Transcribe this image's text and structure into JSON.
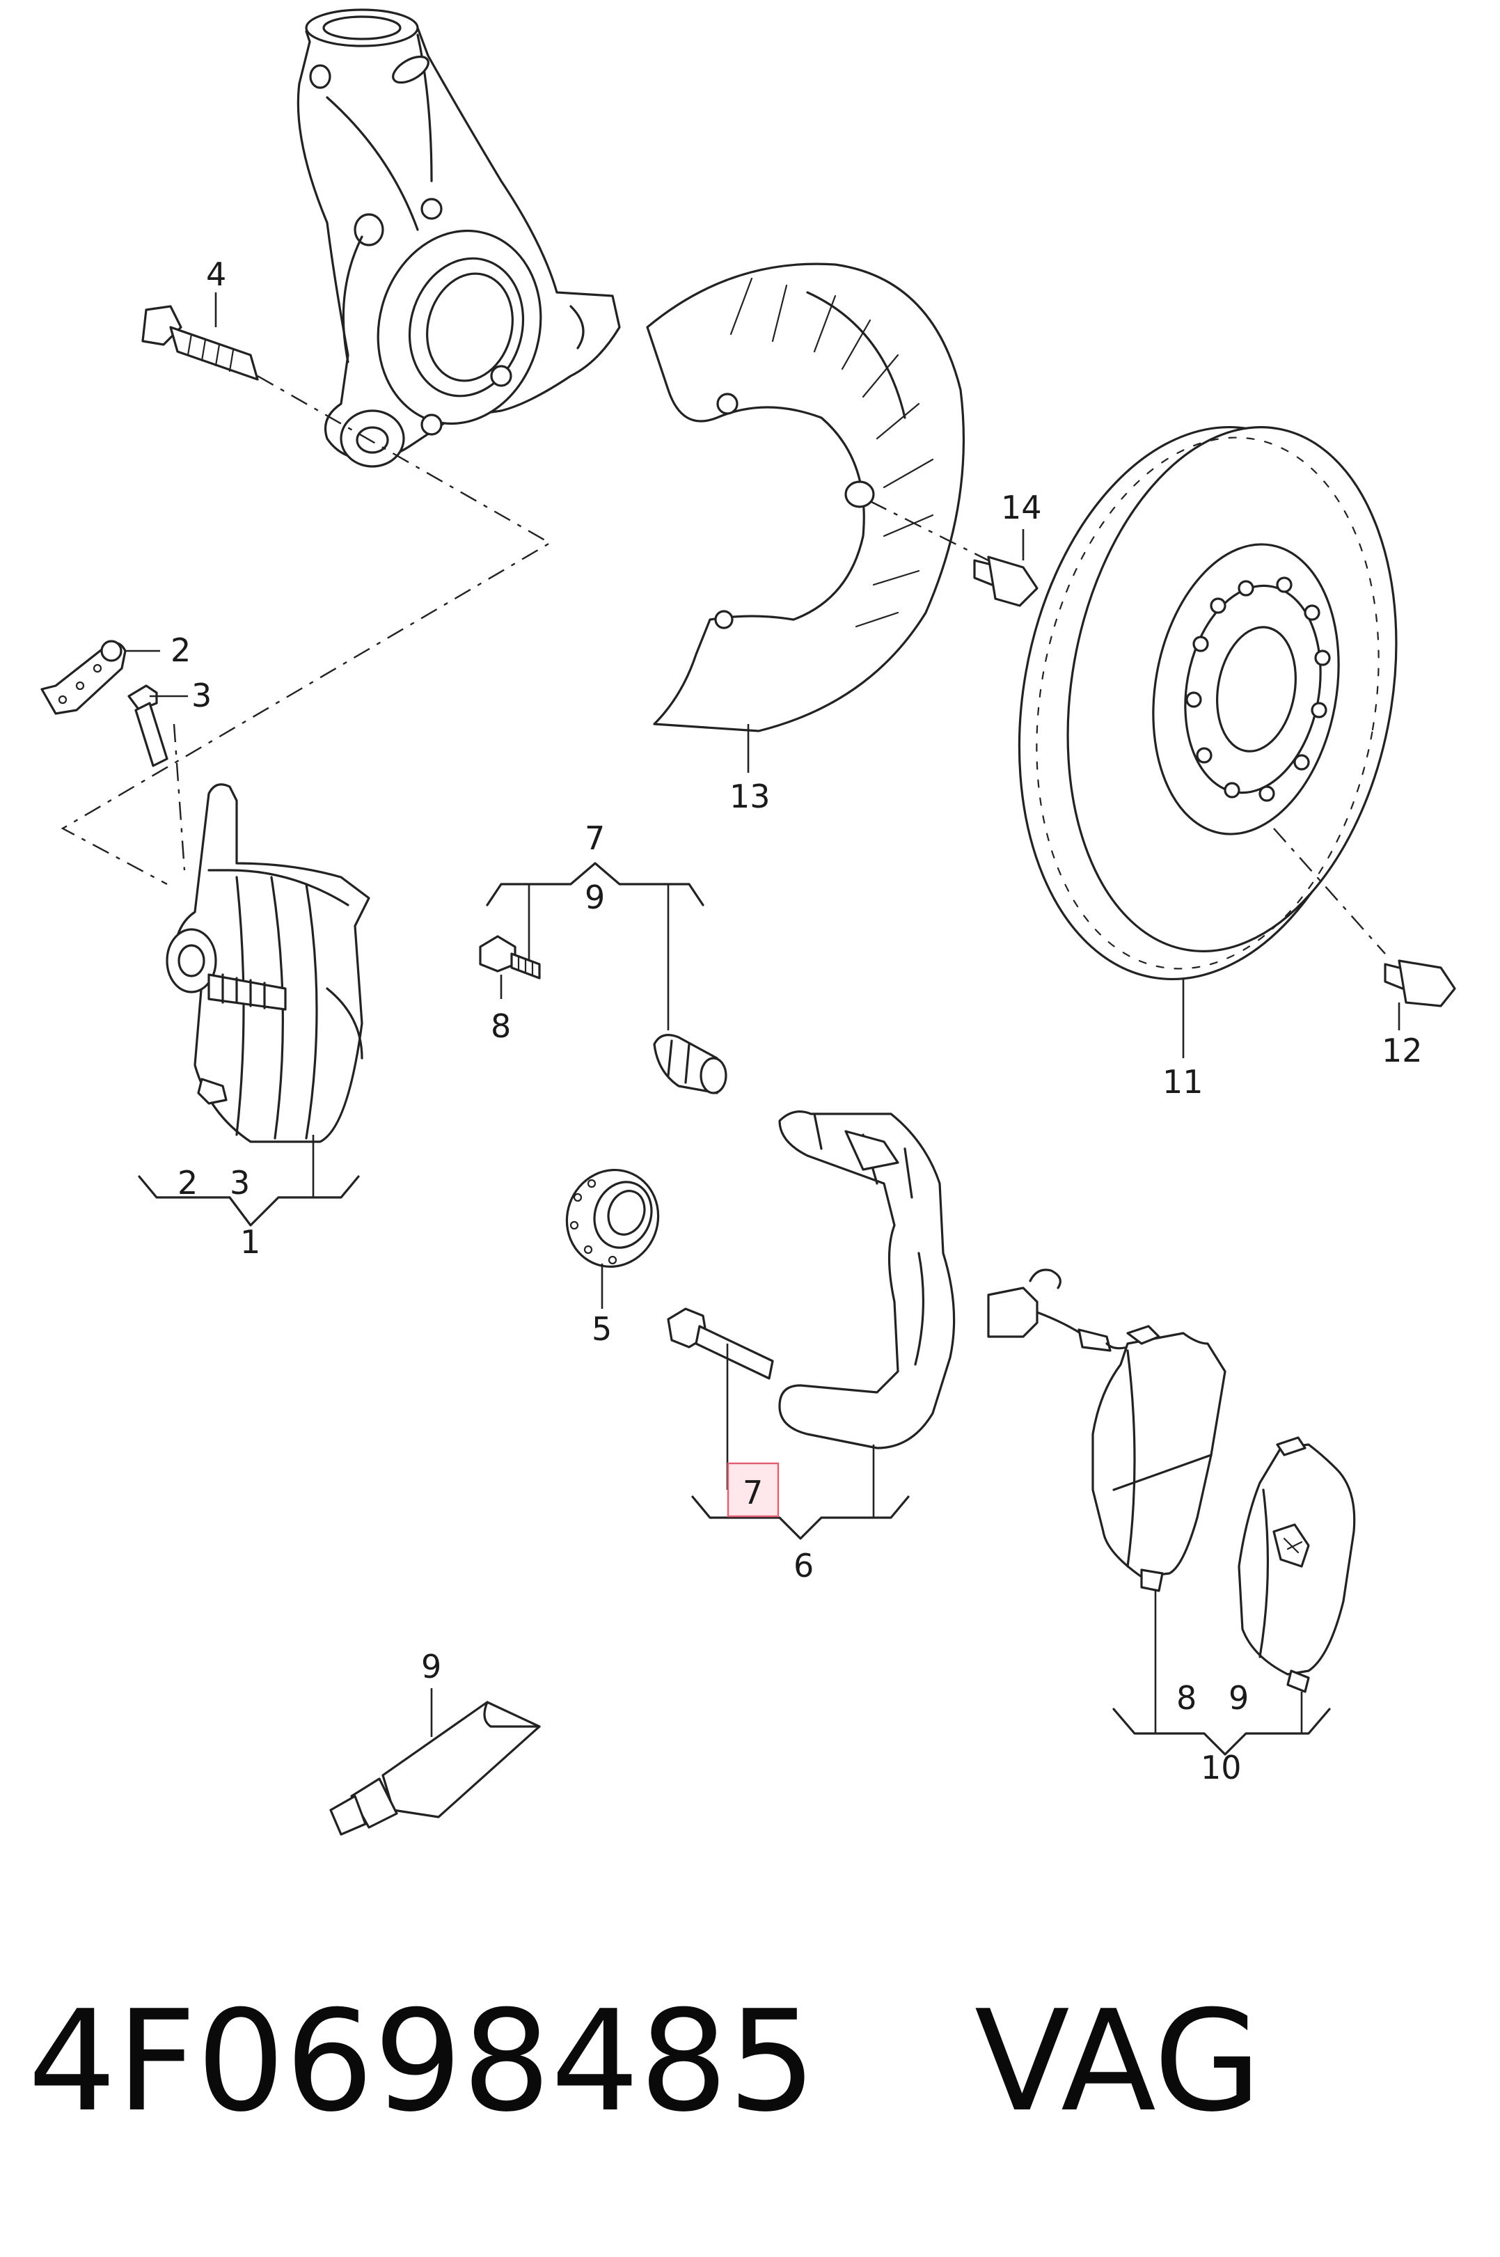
{
  "callouts": {
    "c1": "1",
    "c2": "2",
    "c3": "3",
    "c4": "4",
    "c5": "5",
    "c6": "6",
    "c7": "7",
    "c8": "8",
    "c9": "9",
    "c10": "10",
    "c11": "11",
    "c12": "12",
    "c13": "13",
    "c14": "14",
    "caliper_sub_2": "2",
    "caliper_sub_3": "3",
    "guide_set_7": "7",
    "guide_set_9": "9",
    "guide_bolt_8": "8",
    "carrier_sub_7": "7",
    "grease_9": "9",
    "pads_sub_8": "8",
    "pads_sub_9": "9"
  },
  "footer": {
    "part_number": "4F0698485",
    "brand": "VAG"
  },
  "highlight": {
    "label": "7",
    "color": "#ffd6dc"
  }
}
